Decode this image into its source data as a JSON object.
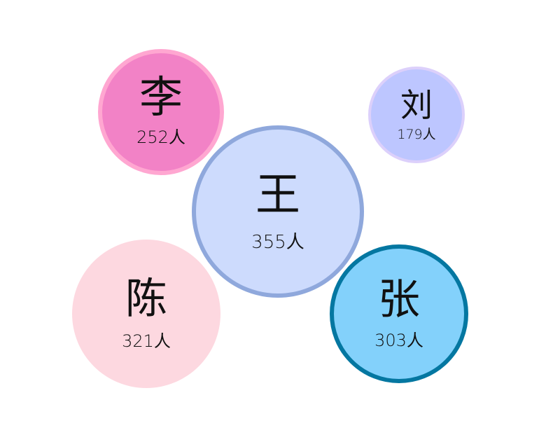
{
  "chart_data": {
    "type": "bubble",
    "title": "",
    "categories": [
      "王",
      "陈",
      "张",
      "李",
      "刘"
    ],
    "values": [
      355,
      321,
      303,
      252,
      179
    ],
    "unit": "人",
    "bubbles": [
      {
        "name": "王",
        "value": 355,
        "label": "355人",
        "fill": "#cddbfd",
        "stroke": "#8fa8dc"
      },
      {
        "name": "陈",
        "value": 321,
        "label": "321人",
        "fill": "#fdd8e0",
        "stroke": "#fdd8e0"
      },
      {
        "name": "张",
        "value": 303,
        "label": "303人",
        "fill": "#83d1fb",
        "stroke": "#0477a1"
      },
      {
        "name": "李",
        "value": 252,
        "label": "252人",
        "fill": "#f282c6",
        "stroke": "#ffa7d1"
      },
      {
        "name": "刘",
        "value": 179,
        "label": "179人",
        "fill": "#bdc6ff",
        "stroke": "#dcd0fb"
      }
    ]
  }
}
